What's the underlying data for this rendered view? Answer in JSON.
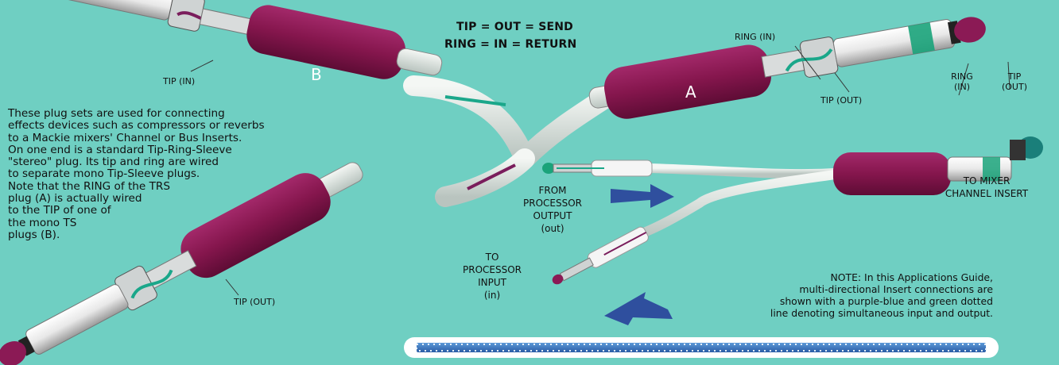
{
  "header": {
    "line1": "TIP = OUT = SEND",
    "line2": "RING = IN = RETURN"
  },
  "plugs": {
    "b_label": "B",
    "a_label": "A"
  },
  "labels": {
    "tip_in_top": "TIP (IN)",
    "ring_in_top": "RING (IN)",
    "tip_out_a": "TIP (OUT)",
    "ring_in_right": [
      "RING",
      "(IN)"
    ],
    "tip_out_right": [
      "TIP",
      "(OUT)"
    ],
    "tip_out_bottom": "TIP (OUT)",
    "to_mixer": [
      "TO MIXER",
      "CHANNEL INSERT"
    ],
    "from_processor": [
      "FROM",
      "PROCESSOR",
      "OUTPUT",
      "(out)"
    ],
    "to_processor": [
      "TO",
      "PROCESSOR",
      "INPUT",
      "(in)"
    ]
  },
  "description": [
    "These plug sets are used for connecting",
    "effects devices such as compressors or reverbs",
    "to a Mackie mixers' Channel or Bus Inserts.",
    "On one end is a standard Tip-Ring-Sleeve",
    "\"stereo\" plug.  Its tip and ring are wired",
    "to separate mono Tip-Sleeve plugs.",
    "Note that the RING of the TRS",
    "plug (A) is actually wired",
    "to the TIP of one of",
    "the mono TS",
    "plugs (B)."
  ],
  "note": [
    "NOTE: In this Applications Guide,",
    "multi-directional Insert connections are",
    "shown with a purple-blue and green dotted",
    "line denoting simultaneous input and output."
  ],
  "colors": {
    "background": "#6fcfc2",
    "plug_body": "#8a1850",
    "cable": "#dfe7e2",
    "arrow": "#2f4f9e",
    "green_wire": "#1aa78a",
    "purple_wire": "#7a1d5c"
  }
}
